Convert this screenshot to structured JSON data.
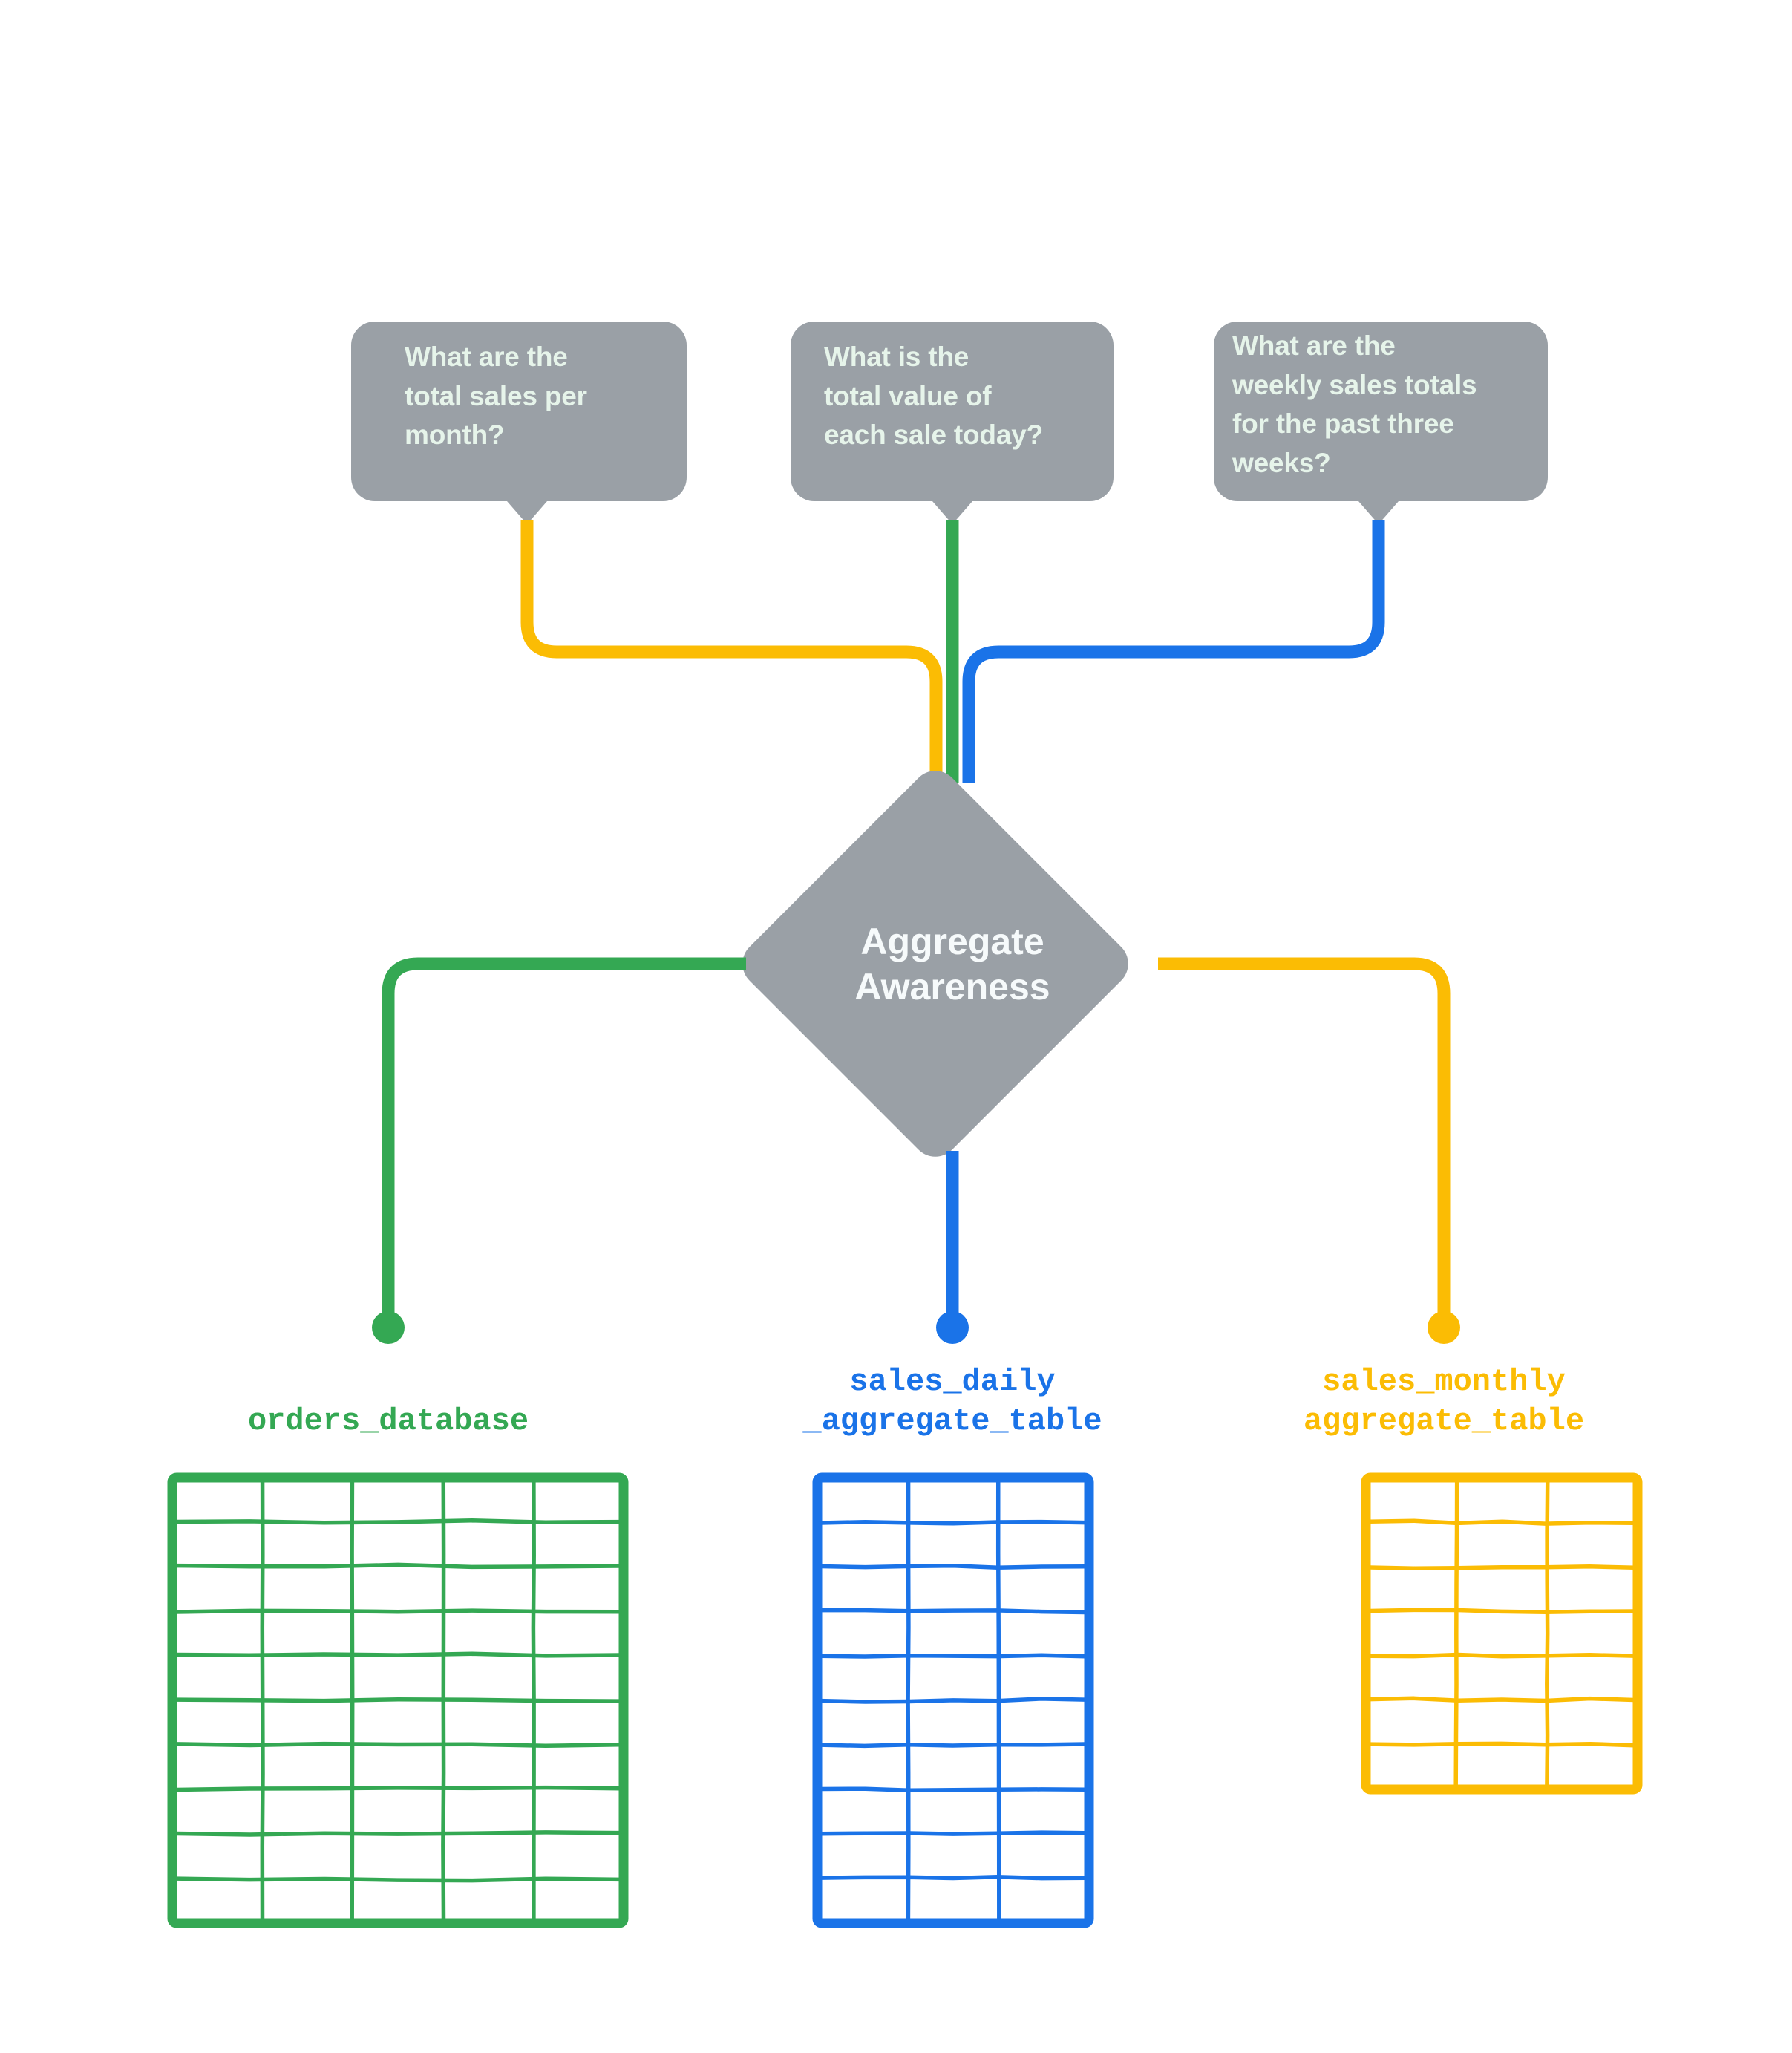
{
  "diagram": {
    "title": "Aggregate Awareness",
    "colors": {
      "bubble_fill": "#9AA0A6",
      "bubble_text": "#E6F4EA",
      "node_fill": "#9AA0A6",
      "node_text": "#F6FAFB",
      "green": "#34A853",
      "blue": "#1A73E8",
      "yellow": "#FBBC04",
      "background": "#FFFFFF"
    }
  },
  "questions": [
    {
      "id": "q-monthly",
      "text": "What are the\ntotal sales per\nmonth?",
      "connector_color": "#FBBC04"
    },
    {
      "id": "q-daily",
      "text": "What is the\ntotal value of\neach sale today?",
      "connector_color": "#34A853"
    },
    {
      "id": "q-weekly",
      "text": "What are the\nweekly sales totals\nfor the past three\nweeks?",
      "connector_color": "#1A73E8"
    }
  ],
  "center_node": {
    "label": "Aggregate\nAwareness",
    "shape": "diamond"
  },
  "tables": [
    {
      "id": "orders-database",
      "label": "orders_database",
      "color": "#34A853",
      "columns": 5,
      "rows": 10,
      "connector_color": "#34A853"
    },
    {
      "id": "sales-daily-aggregate-table",
      "label": "sales_daily\n_aggregate_table",
      "color": "#1A73E8",
      "columns": 3,
      "rows": 10,
      "connector_color": "#1A73E8"
    },
    {
      "id": "sales-monthly-aggregate-table",
      "label": "sales_monthly\naggregate_table",
      "color": "#FBBC04",
      "columns": 3,
      "rows": 7,
      "connector_color": "#FBBC04"
    }
  ]
}
